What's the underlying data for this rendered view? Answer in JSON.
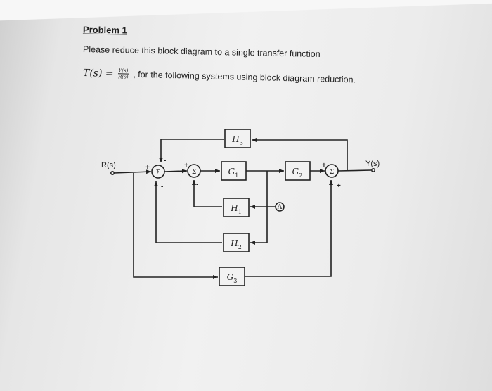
{
  "problem": {
    "title": "Problem 1",
    "instruction": "Please reduce this block diagram to a single transfer function",
    "tf_lhs": "T(s) =",
    "tf_numerator": "Y(s)",
    "tf_denominator": "R(s)",
    "tf_suffix": ", for the following systems using block diagram reduction."
  },
  "diagram": {
    "input_label": "R(s)",
    "output_label": "Y(s)",
    "sum_symbol": "Σ",
    "node_a": "A",
    "blocks": {
      "h3": "H3",
      "g1": "G1",
      "g2": "G2",
      "h1": "H1",
      "h2": "H2",
      "g3": "G3"
    },
    "signs": {
      "s1_left": "+",
      "s1_top": "-",
      "s1_bottom": "-",
      "s2_top": "+",
      "s2_bottom": "-",
      "s3_top": "+",
      "s3_bottom": "+"
    }
  }
}
